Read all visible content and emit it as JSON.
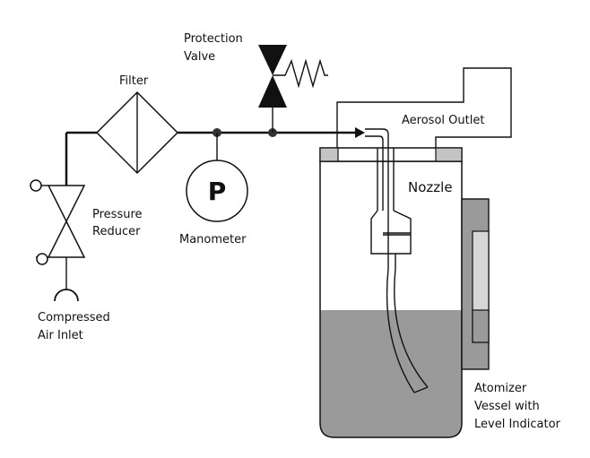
{
  "labels": {
    "protection_valve": [
      "Protection",
      "Valve"
    ],
    "filter": "Filter",
    "aerosol_outlet": "Aerosol Outlet",
    "nozzle": "Nozzle",
    "pressure_reducer": [
      "Pressure",
      "Reducer"
    ],
    "manometer_symbol": "P",
    "manometer": "Manometer",
    "compressed_air_inlet": [
      "Compressed",
      "Air Inlet"
    ],
    "atomizer_vessel": [
      "Atomizer",
      "Vessel with",
      "Level Indicator"
    ]
  },
  "colors": {
    "line": "#111111",
    "liquid": "#9a9a9a",
    "cap": "#c4c4c4",
    "indicator": "#9a9a9a",
    "indicator_window": "#d6d6d6"
  }
}
